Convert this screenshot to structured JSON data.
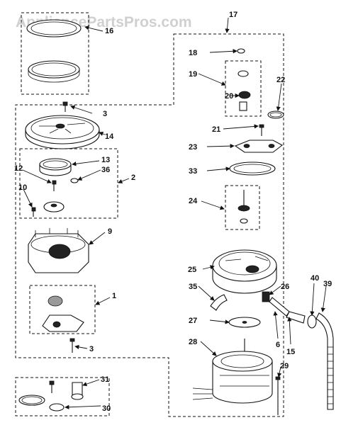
{
  "watermark": "AppliancePartsPros.com",
  "colors": {
    "line": "#111111",
    "background": "#ffffff",
    "watermark": "#d0d0d0"
  },
  "callouts": {
    "c1": "1",
    "c2": "2",
    "c3a": "3",
    "c3b": "3",
    "c6": "6",
    "c9": "9",
    "c10": "10",
    "c12": "12",
    "c13": "13",
    "c14": "14",
    "c15": "15",
    "c16": "16",
    "c17": "17",
    "c18": "18",
    "c19": "19",
    "c20": "20",
    "c21": "21",
    "c22": "22",
    "c23": "23",
    "c24": "24",
    "c25": "25",
    "c26": "26",
    "c27": "27",
    "c28": "28",
    "c29": "29",
    "c30": "30",
    "c31": "31",
    "c33": "33",
    "c35": "35",
    "c36": "36",
    "c39": "39",
    "c40": "40"
  }
}
